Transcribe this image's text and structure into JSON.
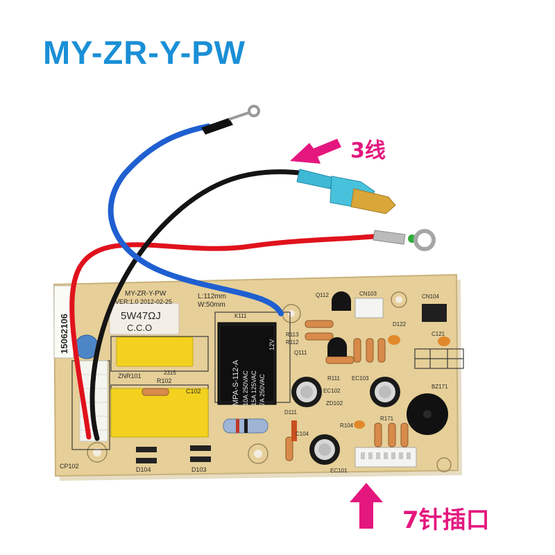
{
  "title": "MY-ZR-Y-PW",
  "callouts": {
    "wires": "3线",
    "port": "7针插口"
  },
  "board": {
    "model": "MY-ZR-Y-PW",
    "version": "VER:1.0 2012-02-25",
    "size_l": "L:112mm",
    "size_w": "W:50mm",
    "serial": "15062106",
    "resistor_top": "5W47ΩJ",
    "resistor_bottom": "C.C.O",
    "relay_brand": "MPA-S-112-A",
    "relay_rating1": "10A 250VAC",
    "relay_rating2": "15A 125VAC",
    "relay_rating3": "7A 250VAC",
    "relay_coil": "12V",
    "labels": {
      "k111": "K111",
      "q112": "Q112",
      "cn103": "CN103",
      "cn104": "CN104",
      "r113": "R113",
      "r112": "R112",
      "q111": "Q111",
      "r111": "R111",
      "ec103": "EC103",
      "ec102": "EC102",
      "zd102": "ZD102",
      "d111": "D111",
      "c104": "C104",
      "ec101": "EC101",
      "r104": "R104",
      "znr101": "ZNR101",
      "r102": "R102",
      "c102": "C102",
      "d104": "D104",
      "d103": "D103",
      "cp102": "CP102",
      "c121": "C121",
      "d122": "D122",
      "bz171": "BZ171",
      "r171": "R171",
      "code": "2315"
    }
  },
  "colors": {
    "title": "#1a8fd6",
    "callout": "#e4177e",
    "pcb": "#e6cf98",
    "wire_blue": "#1f5fd1",
    "wire_black": "#141414",
    "wire_red": "#e0121c"
  }
}
